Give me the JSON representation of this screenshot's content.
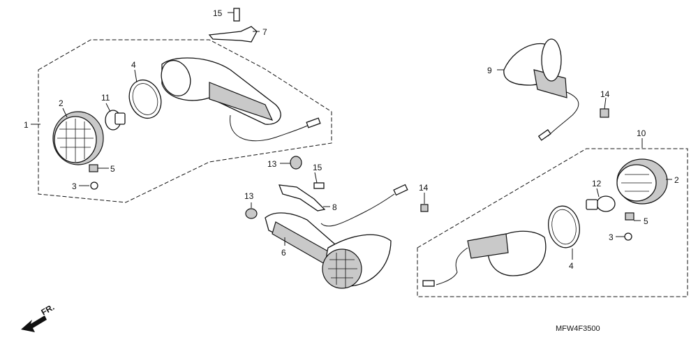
{
  "diagram": {
    "callouts": [
      {
        "id": "c1",
        "text": "1"
      },
      {
        "id": "c2a",
        "text": "2"
      },
      {
        "id": "c2b",
        "text": "2"
      },
      {
        "id": "c3a",
        "text": "3"
      },
      {
        "id": "c3b",
        "text": "3"
      },
      {
        "id": "c4a",
        "text": "4"
      },
      {
        "id": "c4b",
        "text": "4"
      },
      {
        "id": "c5a",
        "text": "5"
      },
      {
        "id": "c5b",
        "text": "5"
      },
      {
        "id": "c6",
        "text": "6"
      },
      {
        "id": "c7",
        "text": "7"
      },
      {
        "id": "c8",
        "text": "8"
      },
      {
        "id": "c9",
        "text": "9"
      },
      {
        "id": "c10",
        "text": "10"
      },
      {
        "id": "c11",
        "text": "11"
      },
      {
        "id": "c12",
        "text": "12"
      },
      {
        "id": "c13a",
        "text": "13"
      },
      {
        "id": "c13b",
        "text": "13"
      },
      {
        "id": "c14a",
        "text": "14"
      },
      {
        "id": "c14b",
        "text": "14"
      },
      {
        "id": "c15a",
        "text": "15"
      },
      {
        "id": "c15b",
        "text": "15"
      }
    ],
    "front_indicator": "FR.",
    "diagram_code": "MFW4F3500"
  }
}
